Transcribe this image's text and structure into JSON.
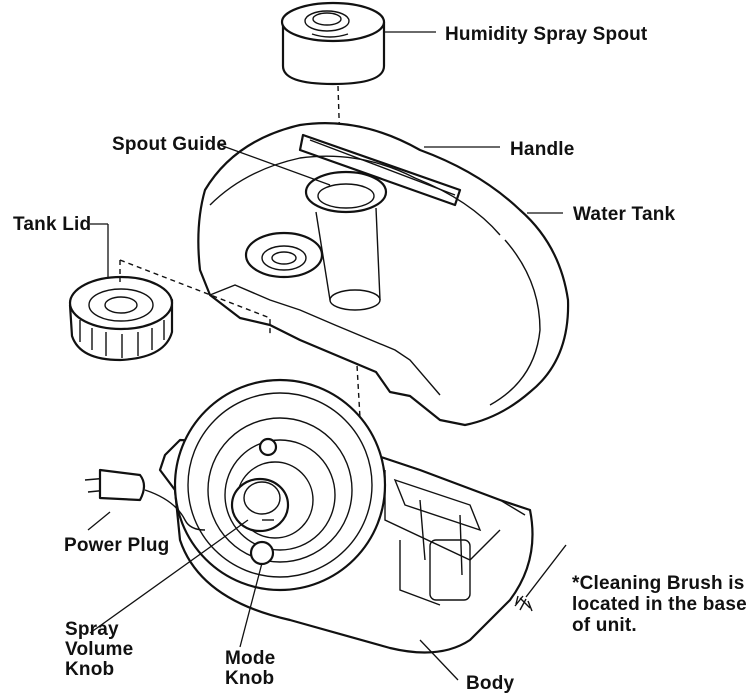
{
  "diagram": {
    "labels": {
      "humidity_spray_spout": "Humidity Spray Spout",
      "handle": "Handle",
      "spout_guide": "Spout Guide",
      "water_tank": "Water Tank",
      "tank_lid": "Tank Lid",
      "power_plug": "Power Plug",
      "spray_volume_knob": [
        "Spray",
        "Volume",
        "Knob"
      ],
      "mode_knob": [
        "Mode",
        "Knob"
      ],
      "body": "Body",
      "cleaning_brush_note": [
        "*Cleaning Brush is",
        "located in the base",
        "of unit."
      ]
    }
  }
}
